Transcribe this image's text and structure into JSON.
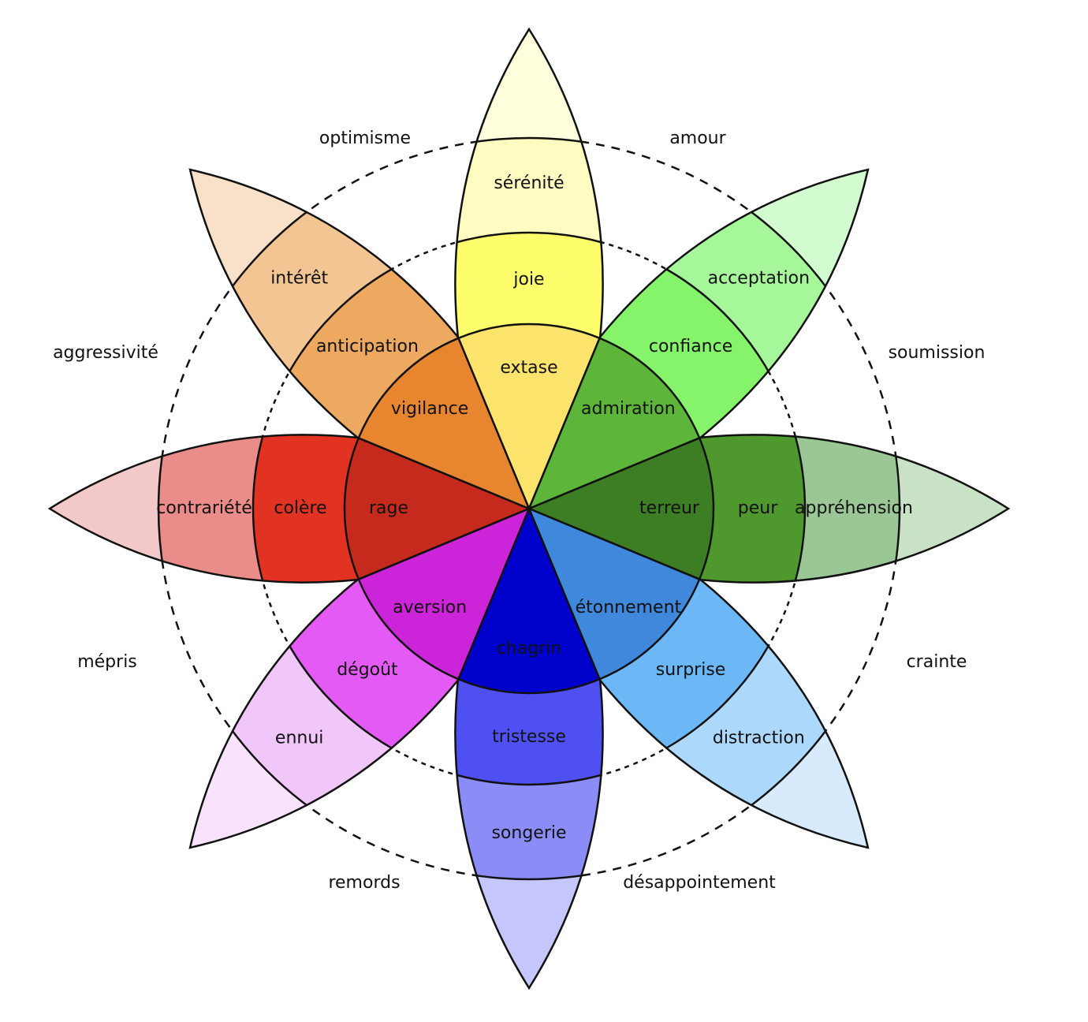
{
  "diagram": {
    "type": "plutchik-wheel-of-emotions",
    "language": "fr",
    "petals": [
      {
        "id": "joy",
        "direction": "top",
        "intense": "extase",
        "basic": "joie",
        "mild": "sérénité",
        "colors": {
          "intense": "#fce36b",
          "basic": "#fefd6b",
          "mild": "#fefcc0",
          "tip": "#ffffde"
        }
      },
      {
        "id": "trust",
        "direction": "top-right",
        "intense": "admiration",
        "basic": "confiance",
        "mild": "acceptation",
        "colors": {
          "intense": "#5db53a",
          "basic": "#86f46b",
          "mild": "#a5f79a",
          "tip": "#d2fcd0"
        }
      },
      {
        "id": "fear",
        "direction": "right",
        "intense": "terreur",
        "basic": "peur",
        "mild": "appréhension",
        "colors": {
          "intense": "#3d7d24",
          "basic": "#4e982d",
          "mild": "#9bc797",
          "tip": "#c9e1c7"
        }
      },
      {
        "id": "surprise",
        "direction": "bottom-right",
        "intense": "étonnement",
        "basic": "surprise",
        "mild": "distraction",
        "colors": {
          "intense": "#3f88db",
          "basic": "#6cb7f5",
          "mild": "#acd8fb",
          "tip": "#d7ebfd"
        }
      },
      {
        "id": "sadness",
        "direction": "bottom",
        "intense": "chagrin",
        "basic": "tristesse",
        "mild": "songerie",
        "colors": {
          "intense": "#0000cd",
          "basic": "#4e50f2",
          "mild": "#8b8cf5",
          "tip": "#c5c6fb"
        }
      },
      {
        "id": "disgust",
        "direction": "bottom-left",
        "intense": "aversion",
        "basic": "dégoût",
        "mild": "ennui",
        "colors": {
          "intense": "#cc24d8",
          "basic": "#e45af4",
          "mild": "#f1c6f9",
          "tip": "#f8e2fc"
        }
      },
      {
        "id": "anger",
        "direction": "left",
        "intense": "rage",
        "basic": "colère",
        "mild": "contrariété",
        "colors": {
          "intense": "#c52a1d",
          "basic": "#e23322",
          "mild": "#ea8c89",
          "tip": "#f3c8c8"
        }
      },
      {
        "id": "anticipation",
        "direction": "top-left",
        "intense": "vigilance",
        "basic": "anticipation",
        "mild": "intérêt",
        "colors": {
          "intense": "#e8852f",
          "basic": "#eca95f",
          "mild": "#f3c593",
          "tip": "#f8e1c8"
        }
      }
    ],
    "dyads": [
      {
        "label": "amour",
        "between": [
          "joy",
          "trust"
        ]
      },
      {
        "label": "soumission",
        "between": [
          "trust",
          "fear"
        ]
      },
      {
        "label": "crainte",
        "between": [
          "fear",
          "surprise"
        ]
      },
      {
        "label": "désappointement",
        "between": [
          "surprise",
          "sadness"
        ]
      },
      {
        "label": "remords",
        "between": [
          "sadness",
          "disgust"
        ]
      },
      {
        "label": "mépris",
        "between": [
          "disgust",
          "anger"
        ]
      },
      {
        "label": "aggressivité",
        "between": [
          "anger",
          "anticipation"
        ]
      },
      {
        "label": "optimisme",
        "between": [
          "anticipation",
          "joy"
        ]
      }
    ],
    "stroke_color": "#111111"
  }
}
